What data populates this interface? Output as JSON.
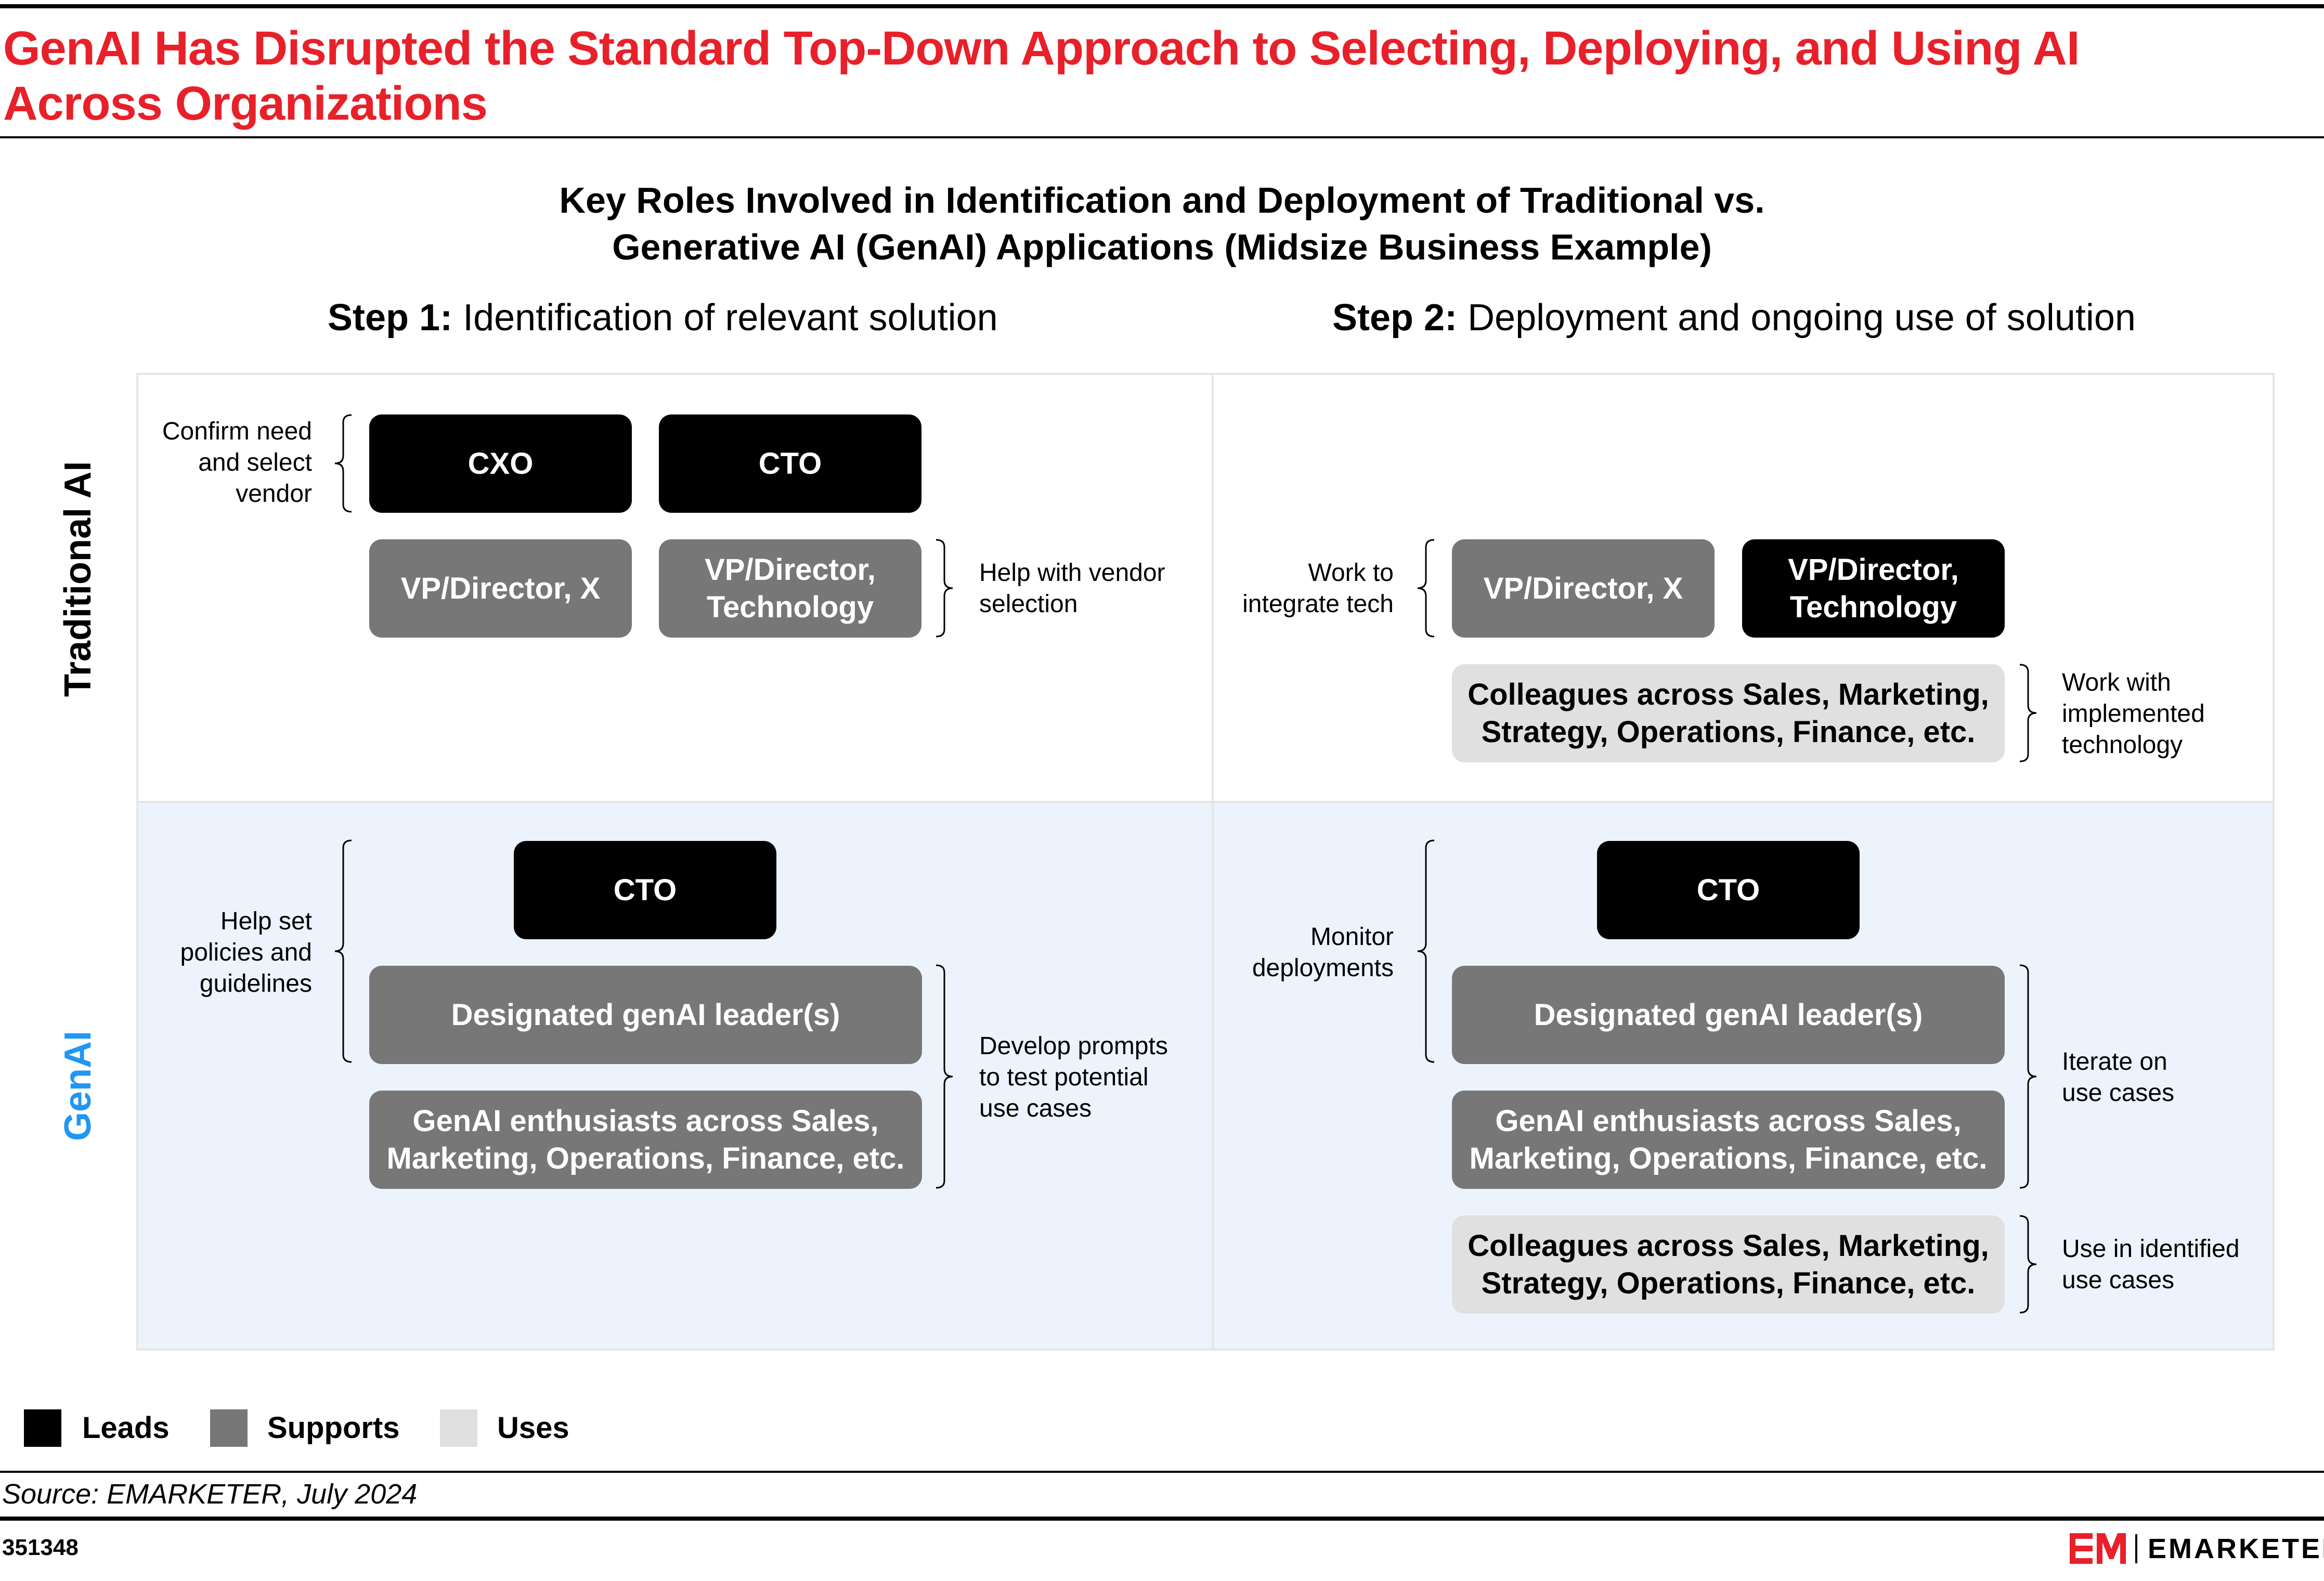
{
  "title": "GenAI Has Disrupted the Standard Top-Down Approach to Selecting, Deploying, and Using AI Across Organizations",
  "subtitle_line1": "Key Roles Involved in Identification and Deployment of Traditional vs.",
  "subtitle_line2": "Generative AI (GenAI) Applications (Midsize Business Example)",
  "steps": [
    {
      "prefix": "Step 1:",
      "text": "Identification of relevant solution"
    },
    {
      "prefix": "Step 2:",
      "text": "Deployment and ongoing use of solution"
    }
  ],
  "rows": {
    "traditional": "Traditional AI",
    "genai": "GenAI"
  },
  "traditional_step1": {
    "note_confirm": [
      "Confirm need",
      "and select",
      "vendor"
    ],
    "cxo": "CXO",
    "cto": "CTO",
    "vp_x": "VP/Director, X",
    "vp_tech": [
      "VP/Director,",
      "Technology"
    ],
    "note_help": [
      "Help with vendor",
      "selection"
    ]
  },
  "traditional_step2": {
    "note_integrate": [
      "Work to",
      "integrate tech"
    ],
    "vp_x": "VP/Director, X",
    "vp_tech": [
      "VP/Director,",
      "Technology"
    ],
    "colleagues": [
      "Colleagues across Sales, Marketing,",
      "Strategy, Operations, Finance, etc."
    ],
    "note_work": [
      "Work with",
      "implemented",
      "technology"
    ]
  },
  "genai_step1": {
    "note_policies": [
      "Help set",
      "policies and",
      "guidelines"
    ],
    "cto": "CTO",
    "leader": "Designated genAI leader(s)",
    "enthusiasts": [
      "GenAI enthusiasts across Sales,",
      "Marketing, Operations, Finance, etc."
    ],
    "note_prompts": [
      "Develop prompts",
      "to test potential",
      "use cases"
    ]
  },
  "genai_step2": {
    "note_monitor": [
      "Monitor",
      "deployments"
    ],
    "cto": "CTO",
    "leader": "Designated genAI leader(s)",
    "enthusiasts": [
      "GenAI enthusiasts across Sales,",
      "Marketing, Operations, Finance, etc."
    ],
    "note_iterate": [
      "Iterate on",
      "use cases"
    ],
    "colleagues": [
      "Colleagues across Sales, Marketing,",
      "Strategy, Operations, Finance, etc."
    ],
    "note_use": [
      "Use in identified",
      "use cases"
    ]
  },
  "legend": [
    {
      "label": "Leads",
      "color": "#000000"
    },
    {
      "label": "Supports",
      "color": "#777777"
    },
    {
      "label": "Uses",
      "color": "#e0e0e0"
    }
  ],
  "colors": {
    "title": "#e8202a",
    "genai_label": "#2196f3",
    "genai_background": "#ecf3fc",
    "brand": "#e8202a"
  },
  "source": "Source: EMARKETER, July 2024",
  "chart_id": "351348",
  "brand": "EMARKETER"
}
